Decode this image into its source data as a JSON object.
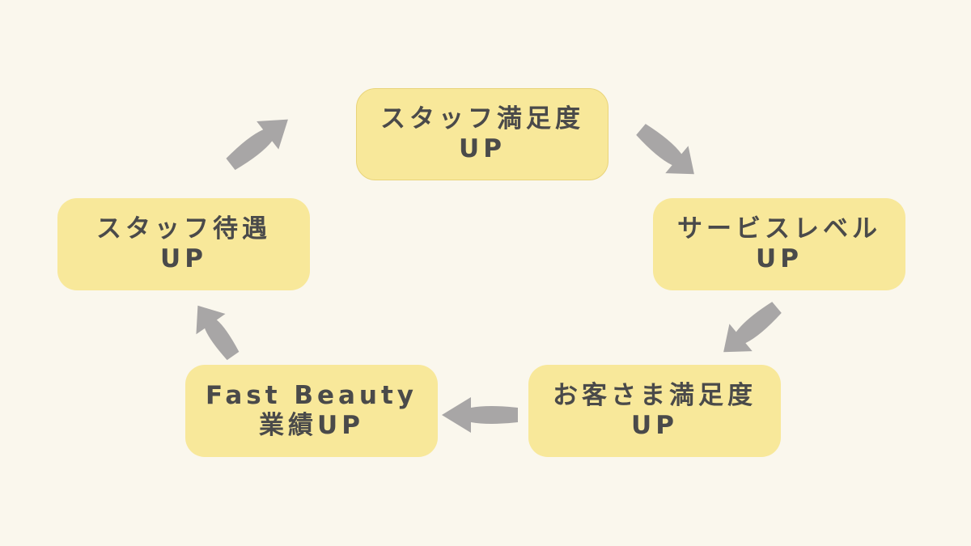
{
  "diagram": {
    "nodes": [
      {
        "id": "node-1",
        "line1": "スタッフ満足度",
        "line2": "UP"
      },
      {
        "id": "node-2",
        "line1": "サービスレベル",
        "line2": "UP"
      },
      {
        "id": "node-3",
        "line1": "お客さま満足度",
        "line2": "UP"
      },
      {
        "id": "node-4",
        "line1": "Fast Beauty",
        "line2": "業績UP"
      },
      {
        "id": "node-5",
        "line1": "スタッフ待遇",
        "line2": "UP"
      }
    ],
    "edges": [
      {
        "from": "node-1",
        "to": "node-2"
      },
      {
        "from": "node-2",
        "to": "node-3"
      },
      {
        "from": "node-3",
        "to": "node-4"
      },
      {
        "from": "node-4",
        "to": "node-5"
      },
      {
        "from": "node-5",
        "to": "node-1"
      }
    ],
    "colors": {
      "background": "#faf7ed",
      "node_fill": "#f8e89a",
      "node_text": "#4a4a4a",
      "arrow": "#a8a6a6"
    }
  }
}
